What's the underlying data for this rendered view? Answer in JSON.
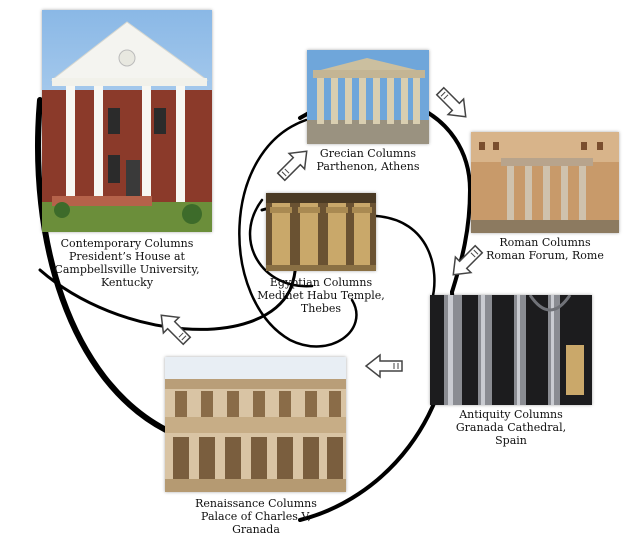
{
  "stages": [
    {
      "caption": [
        "Contemporary Columns",
        "President’s House at",
        "Campbellsville University,",
        "Kentucky"
      ]
    },
    {
      "caption": [
        "Grecian Columns",
        "Parthenon, Athens"
      ]
    },
    {
      "caption": [
        "Roman Columns",
        "Roman Forum, Rome"
      ]
    },
    {
      "caption": [
        "Egyptian Columns",
        "Medinet Habu Temple,",
        "Thebes"
      ]
    },
    {
      "caption": [
        "Antiquity Columns",
        "Granada Cathedral,",
        "Spain"
      ]
    },
    {
      "caption": [
        "Renaissance Columns",
        "Palace of Charles V,",
        "Granada"
      ]
    }
  ]
}
